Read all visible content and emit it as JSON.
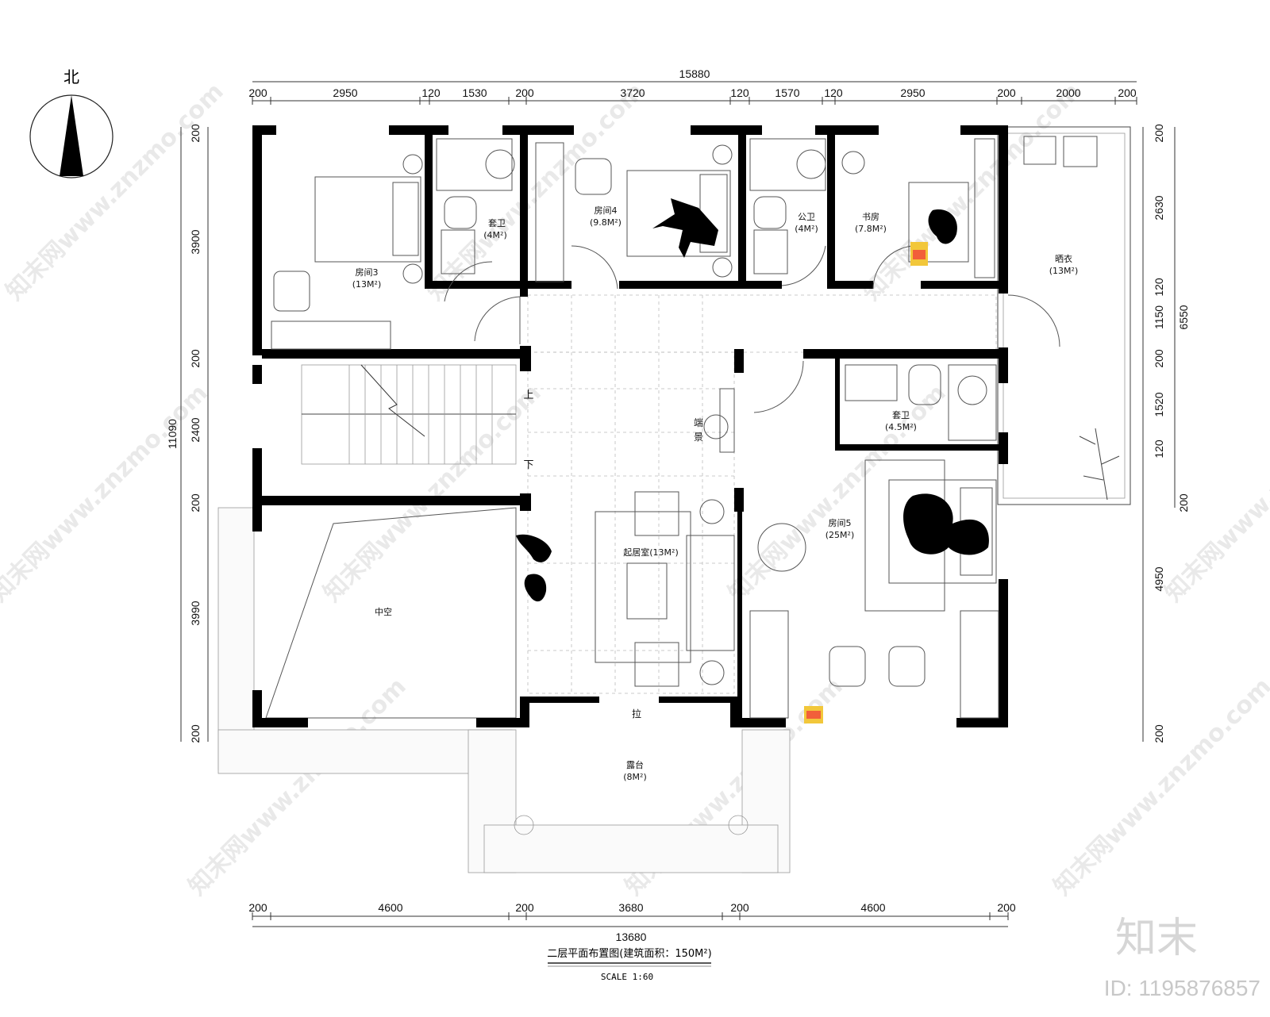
{
  "north": {
    "label": "北"
  },
  "dimensions": {
    "top_total": "15880",
    "top_segments": [
      "200",
      "2950",
      "120",
      "1530",
      "200",
      "3720",
      "120",
      "1570",
      "120",
      "2950",
      "200",
      "2000",
      "200"
    ],
    "bottom_segments": [
      "200",
      "4600",
      "200",
      "3680",
      "200",
      "4600",
      "200"
    ],
    "bottom_total": "13680",
    "left_segments": [
      "200",
      "3900",
      "200",
      "2400",
      "200",
      "3990",
      "200"
    ],
    "left_total": "11090",
    "right_segments": [
      "200",
      "2630",
      "120",
      "1150",
      "200",
      "1520",
      "120",
      "200",
      "4950",
      "200"
    ],
    "right_total": "6550"
  },
  "rooms": {
    "room3": {
      "name": "房间3",
      "area": "(13M²)"
    },
    "ensuite_a": {
      "name": "套卫",
      "area": "(4M²)"
    },
    "room4": {
      "name": "房间4",
      "area": "(9.8M²)"
    },
    "public_wc": {
      "name": "公卫",
      "area": "(4M²)"
    },
    "study": {
      "name": "书房",
      "area": "(7.8M²)"
    },
    "drying": {
      "name": "晒衣",
      "area": "(13M²)"
    },
    "ensuite_b": {
      "name": "套卫",
      "area": "(4.5M²)"
    },
    "room5": {
      "name": "房间5",
      "area": "(25M²)"
    },
    "living": {
      "name": "起居室(13M²)"
    },
    "void": {
      "name": "中空"
    },
    "terrace": {
      "name": "露台",
      "area": "(8M²)"
    }
  },
  "labels": {
    "stair_up": "上",
    "stair_down": "下",
    "feature_1": "端",
    "feature_2": "景",
    "sliding": "拉"
  },
  "title": {
    "main": "二层平面布置图(建筑面积：150M²)",
    "scale": "SCALE 1:60"
  },
  "watermark": {
    "site": "知末网www.znzmo.com",
    "brand": "知末",
    "id": "ID: 1195876857"
  }
}
